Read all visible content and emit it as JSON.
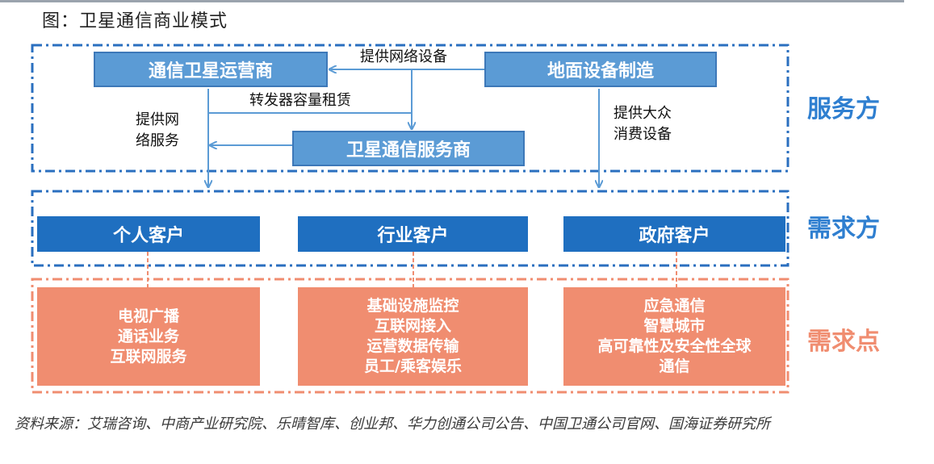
{
  "title": "图：卫星通信商业模式",
  "nodes": {
    "operator": "通信卫星运营商",
    "manufacturer": "地面设备制造",
    "service_provider": "卫星通信服务商",
    "personal": "个人客户",
    "industry": "行业客户",
    "government": "政府客户"
  },
  "edge_labels": {
    "network_equipment": "提供网络设备",
    "transponder_lease": "转发器容量租赁",
    "network_service": [
      "提供网",
      "络服务"
    ],
    "consumer_equipment": [
      "提供大众",
      "消费设备"
    ]
  },
  "needs": {
    "personal": [
      "电视广播",
      "通话业务",
      "互联网服务"
    ],
    "industry": [
      "基础设施监控",
      "互联网接入",
      "运营数据传输",
      "员工/乘客娱乐"
    ],
    "government": [
      "应急通信",
      "智慧城市",
      "高可靠性及安全性全球",
      "通信"
    ]
  },
  "tiers": {
    "supply": "服务方",
    "demand": "需求方",
    "needs": "需求点"
  },
  "source": "资料来源：艾瑞咨询、中商产业研究院、乐晴智库、创业邦、华力创通公司公告、中国卫通公司官网、国海证券研究所",
  "colors": {
    "supply_blue": "#5b9bd5",
    "demand_blue": "#1f6fc0",
    "needs_salmon": "#f08d70",
    "tier_text_blue": "#2f7fd0",
    "tier_text_salmon": "#f08d70"
  }
}
